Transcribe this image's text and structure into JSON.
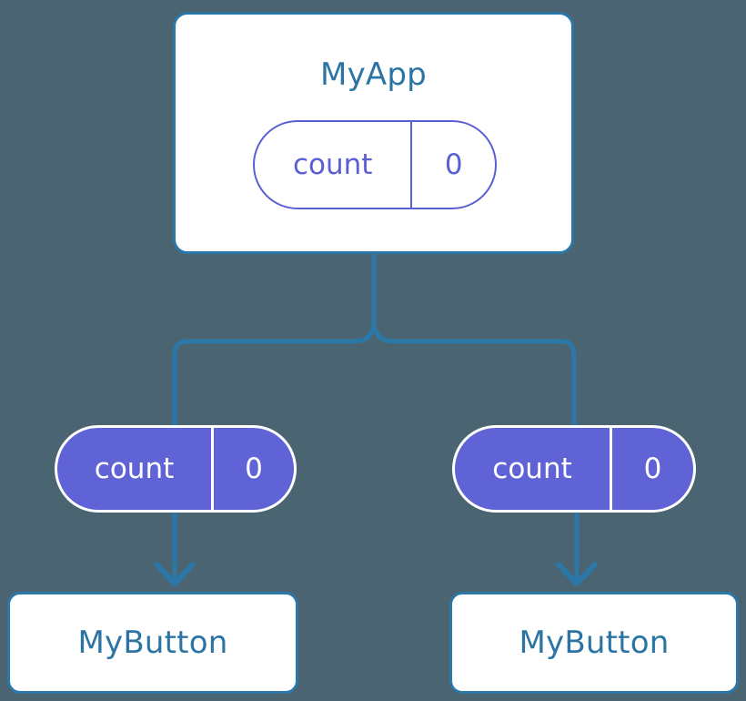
{
  "diagram": {
    "title_app": "MyApp",
    "background_color": "#4a6571",
    "component_border_color": "#2b78a8",
    "component_text_color": "#2c74a3",
    "state_accent_color": "#5f63d6",
    "connector_color": "#2b78a8"
  },
  "root": {
    "label": "MyApp",
    "state": {
      "key": "count",
      "value": "0"
    }
  },
  "children": [
    {
      "state": {
        "key": "count",
        "value": "0"
      },
      "label": "MyButton"
    },
    {
      "state": {
        "key": "count",
        "value": "0"
      },
      "label": "MyButton"
    }
  ]
}
